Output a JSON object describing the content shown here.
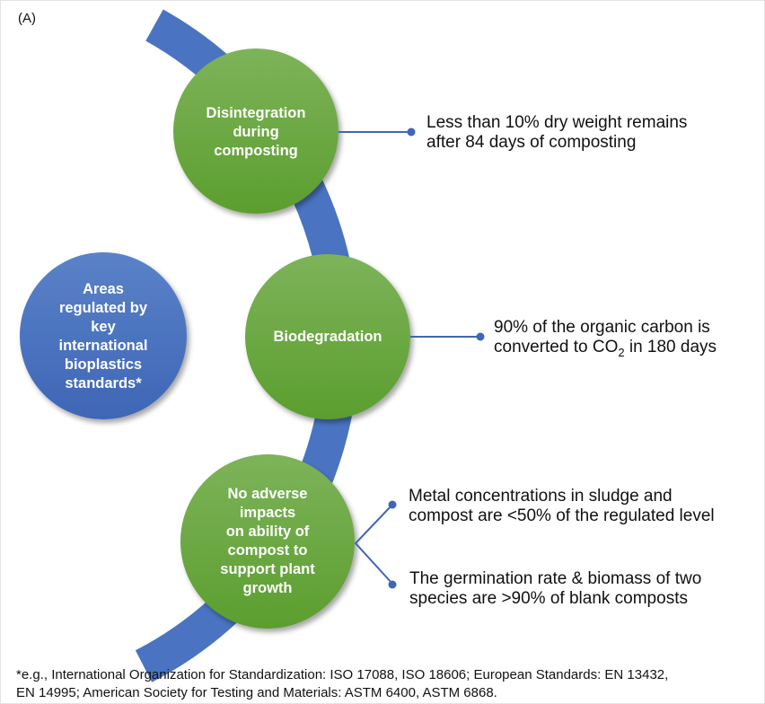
{
  "panel_label": "(A)",
  "colors": {
    "arc": "#4472c4",
    "green": "#6aa63f",
    "blue_circle": "#4a73c0",
    "connector": "#3f66b8"
  },
  "center_node": {
    "label": "Areas regulated by key international bioplastics standards*"
  },
  "nodes": [
    {
      "label": "Disintegration during composting",
      "lines": [
        "Disintegration",
        "during",
        "composting"
      ],
      "criteria": [
        {
          "line1": "Less than 10% dry weight remains",
          "line2": "after 84 days of composting"
        }
      ]
    },
    {
      "label": "Biodegradation",
      "lines": [
        "Biodegradation"
      ],
      "criteria": [
        {
          "line1": "90% of the organic carbon is",
          "line2_pre": "converted to CO",
          "line2_sub": "2",
          "line2_post": " in 180 days"
        }
      ]
    },
    {
      "label": "No adverse impacts on ability of compost to support plant growth",
      "lines": [
        "No adverse",
        "impacts",
        "on ability of",
        "compost to",
        "support plant",
        "growth"
      ],
      "criteria": [
        {
          "line1": "Metal concentrations in sludge and",
          "line2": "compost are <50% of the regulated level"
        },
        {
          "line1": "The germination rate & biomass of two",
          "line2": "species are >90% of blank composts"
        }
      ]
    }
  ],
  "center_lines": [
    "Areas",
    "regulated by",
    "key",
    "international",
    "bioplastics",
    "standards*"
  ],
  "footnote": {
    "line1": "*e.g., International Organization for Standardization: ISO 17088, ISO 18606; European Standards: EN 13432,",
    "line2": "EN 14995; American Society for Testing and Materials: ASTM 6400, ASTM 6868."
  }
}
